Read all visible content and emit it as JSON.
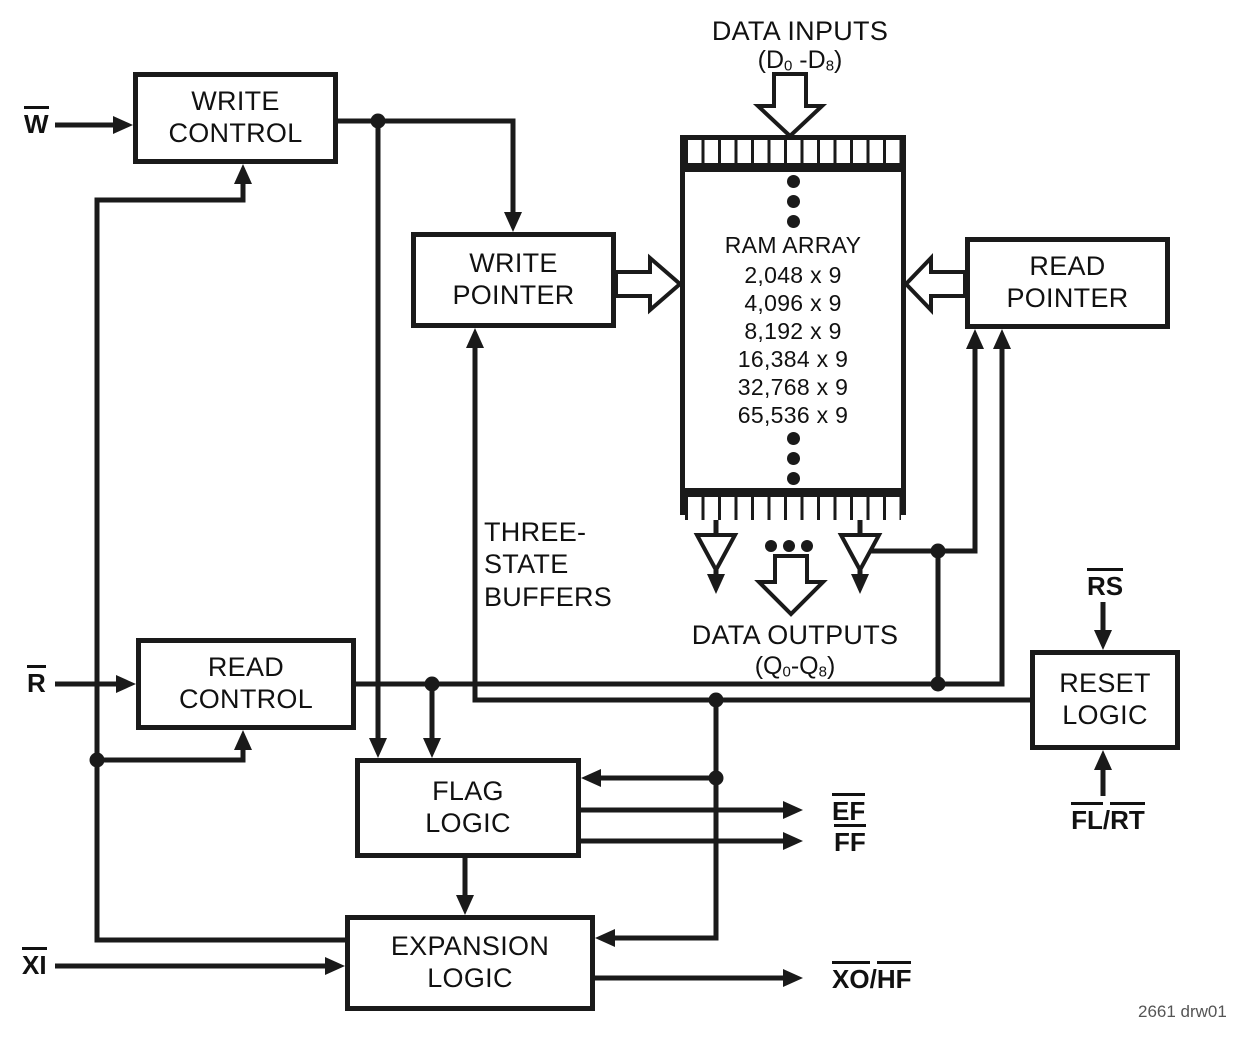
{
  "blocks": {
    "write_control": {
      "label": "WRITE\nCONTROL"
    },
    "write_pointer": {
      "label": "WRITE\nPOINTER"
    },
    "read_pointer": {
      "label": "READ\nPOINTER"
    },
    "read_control": {
      "label": "READ\nCONTROL"
    },
    "reset_logic": {
      "label": "RESET\nLOGIC"
    },
    "flag_logic": {
      "label": "FLAG\nLOGIC"
    },
    "expansion_logic": {
      "label": "EXPANSION\nLOGIC"
    }
  },
  "ram": {
    "title": "RAM ARRAY",
    "sizes": [
      "2,048 x 9",
      "4,096 x 9",
      "8,192 x 9",
      "16,384 x 9",
      "32,768 x 9",
      "65,536 x 9"
    ]
  },
  "labels": {
    "data_inputs": "DATA INPUTS",
    "data_outputs": "DATA OUTPUTS",
    "three_state_buffers": "THREE-\nSTATE\nBUFFERS",
    "drawing_number": "2661 drw01"
  },
  "signals": {
    "w": [
      {
        "t": "W",
        "ov": true
      }
    ],
    "r": [
      {
        "t": "R",
        "ov": true
      }
    ],
    "xi": [
      {
        "t": "XI",
        "ov": true
      }
    ],
    "rs": [
      {
        "t": "RS",
        "ov": true
      }
    ],
    "fl_rt": [
      {
        "t": "FL",
        "ov": true
      },
      {
        "t": "/"
      },
      {
        "t": "RT",
        "ov": true
      }
    ],
    "ef": [
      {
        "t": "EF",
        "ov": true
      }
    ],
    "ff": [
      {
        "t": "FF",
        "ov": true
      }
    ],
    "xo_hf": [
      {
        "t": "XO",
        "ov": true
      },
      {
        "t": "/"
      },
      {
        "t": "HF",
        "ov": true
      }
    ],
    "data_inputs_range": [
      {
        "t": "(D"
      },
      {
        "t": "0",
        "sub": true
      },
      {
        "t": " -D"
      },
      {
        "t": "8",
        "sub": true
      },
      {
        "t": ")"
      }
    ],
    "data_outputs_range": [
      {
        "t": "(Q"
      },
      {
        "t": "0",
        "sub": true
      },
      {
        "t": "-Q"
      },
      {
        "t": "8",
        "sub": true
      },
      {
        "t": ")"
      }
    ]
  },
  "colors": {
    "line": "#1a1a1a",
    "background": "#ffffff"
  }
}
